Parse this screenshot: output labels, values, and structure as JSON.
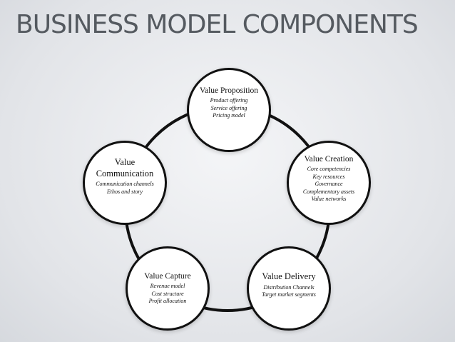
{
  "title": "BUSINESS MODEL COMPONENTS",
  "nodes": [
    {
      "id": "value-proposition",
      "title": "Value Proposition",
      "items": [
        "Product offering",
        "Service offering",
        "Pricing model"
      ]
    },
    {
      "id": "value-creation",
      "title": "Value Creation",
      "items": [
        "Core competencies",
        "Key resources",
        "Governance",
        "Complementary assets",
        "Value networks"
      ]
    },
    {
      "id": "value-delivery",
      "title": "Value Delivery",
      "items": [
        "Distribution Channels",
        "Target market segments"
      ]
    },
    {
      "id": "value-capture",
      "title": "Value Capture",
      "items": [
        "Revenue model",
        "Cost structure",
        "Profit allocation"
      ]
    },
    {
      "id": "value-communication",
      "title_lines": [
        "Value",
        "Communication"
      ],
      "items": [
        "Communication channels",
        "Ethos and story"
      ]
    }
  ]
}
